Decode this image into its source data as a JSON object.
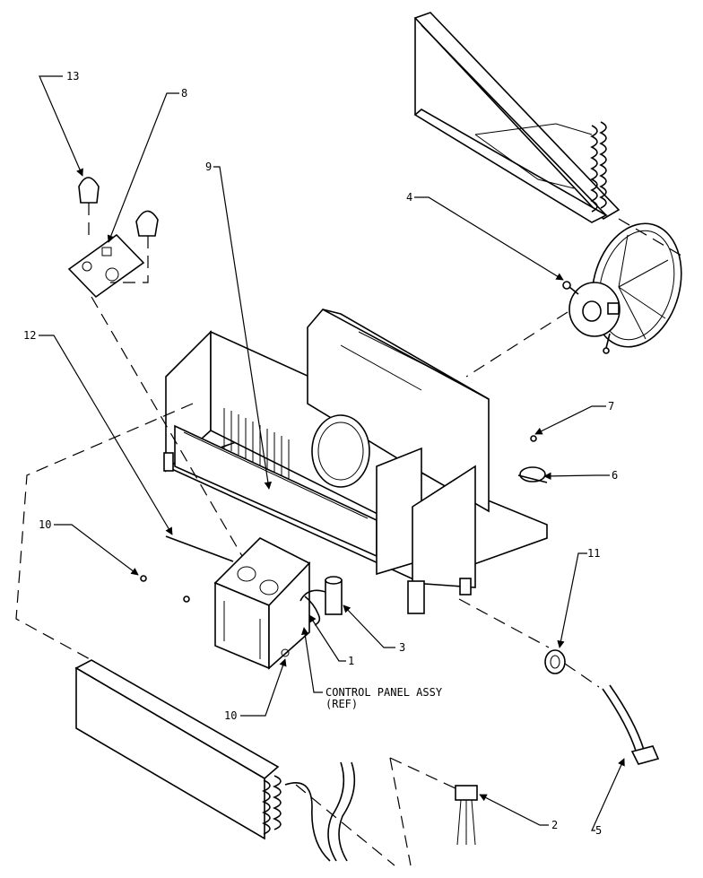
{
  "diagram": {
    "callouts": {
      "c1": "1",
      "c2": "2",
      "c3": "3",
      "c4": "4",
      "c5": "5",
      "c6": "6",
      "c7": "7",
      "c8": "8",
      "c9": "9",
      "c10a": "10",
      "c10b": "10",
      "c11": "11",
      "c12": "12",
      "c13": "13"
    },
    "control_panel_label": "CONTROL PANEL ASSY",
    "control_panel_ref": "(REF)"
  }
}
